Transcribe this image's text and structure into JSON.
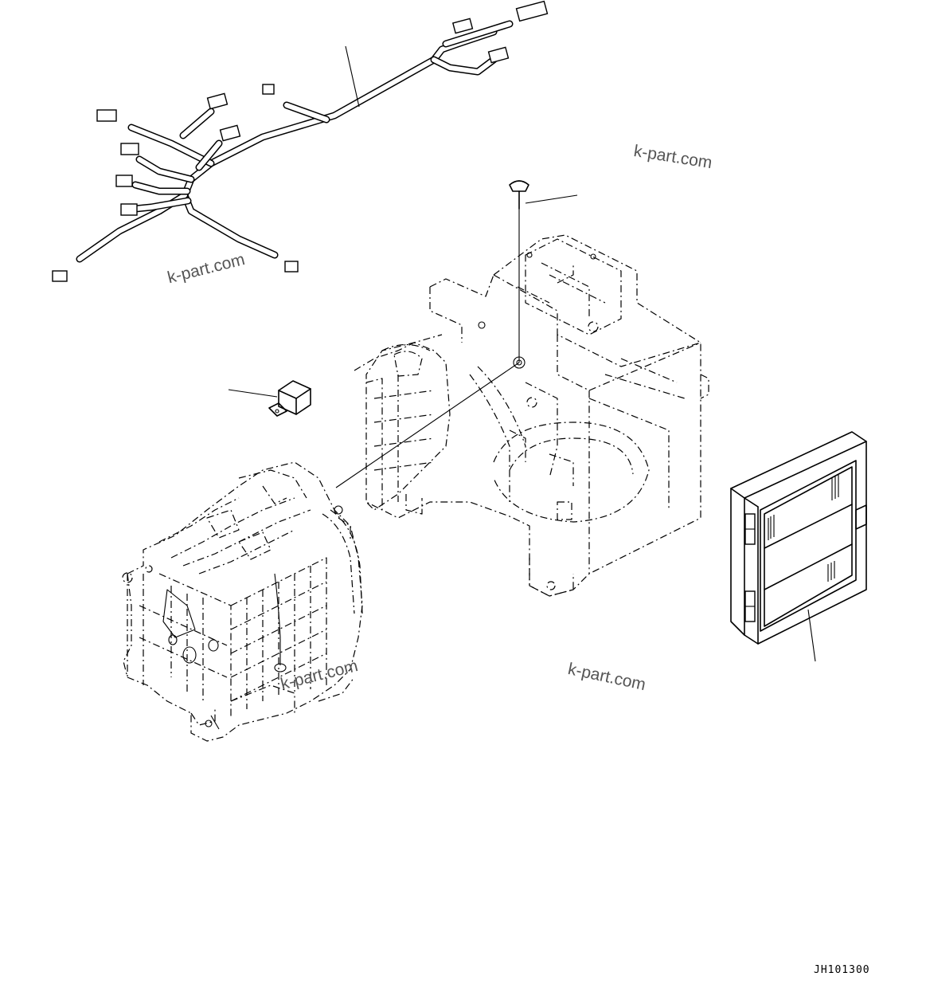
{
  "drawing": {
    "watermarks": [
      "k-part.com",
      "k-part.com",
      "k-part.com",
      "k-part.com"
    ],
    "drawing_code": "JH101300"
  },
  "parts": [
    {
      "name": "wiring-harness"
    },
    {
      "name": "screw"
    },
    {
      "name": "relay"
    },
    {
      "name": "air-conditioner-unit"
    },
    {
      "name": "heater-core-unit"
    },
    {
      "name": "air-filter"
    }
  ]
}
